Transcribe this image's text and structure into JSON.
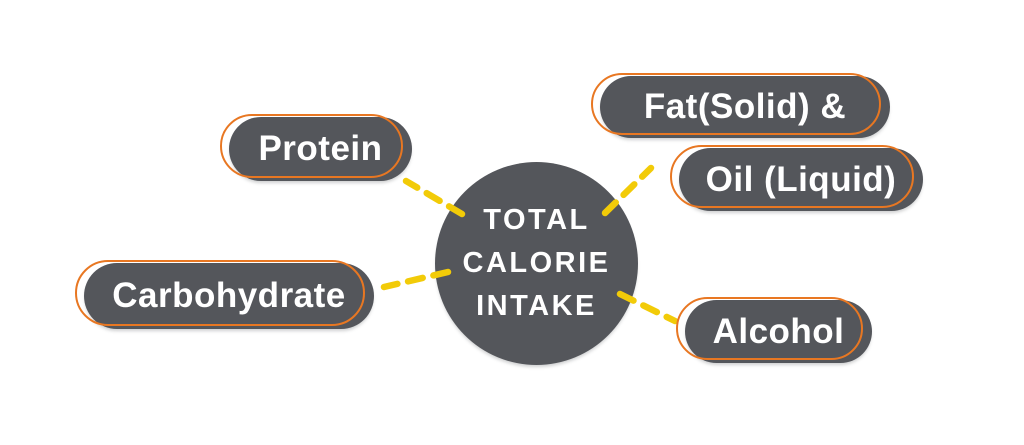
{
  "colors": {
    "node-fill": "#54565b",
    "ring": "#e87722",
    "connector": "#f2cb08",
    "label": "#ffffff",
    "bg": "#ffffff"
  },
  "center": {
    "lines": [
      "TOTAL",
      "CALORIE",
      "INTAKE"
    ]
  },
  "nodes": {
    "protein": {
      "label": "Protein"
    },
    "carbohydrate": {
      "label": "Carbohydrate"
    },
    "fat_solid": {
      "label": "Fat(Solid) &"
    },
    "oil_liquid": {
      "label": "Oil (Liquid)"
    },
    "alcohol": {
      "label": "Alcohol"
    }
  }
}
